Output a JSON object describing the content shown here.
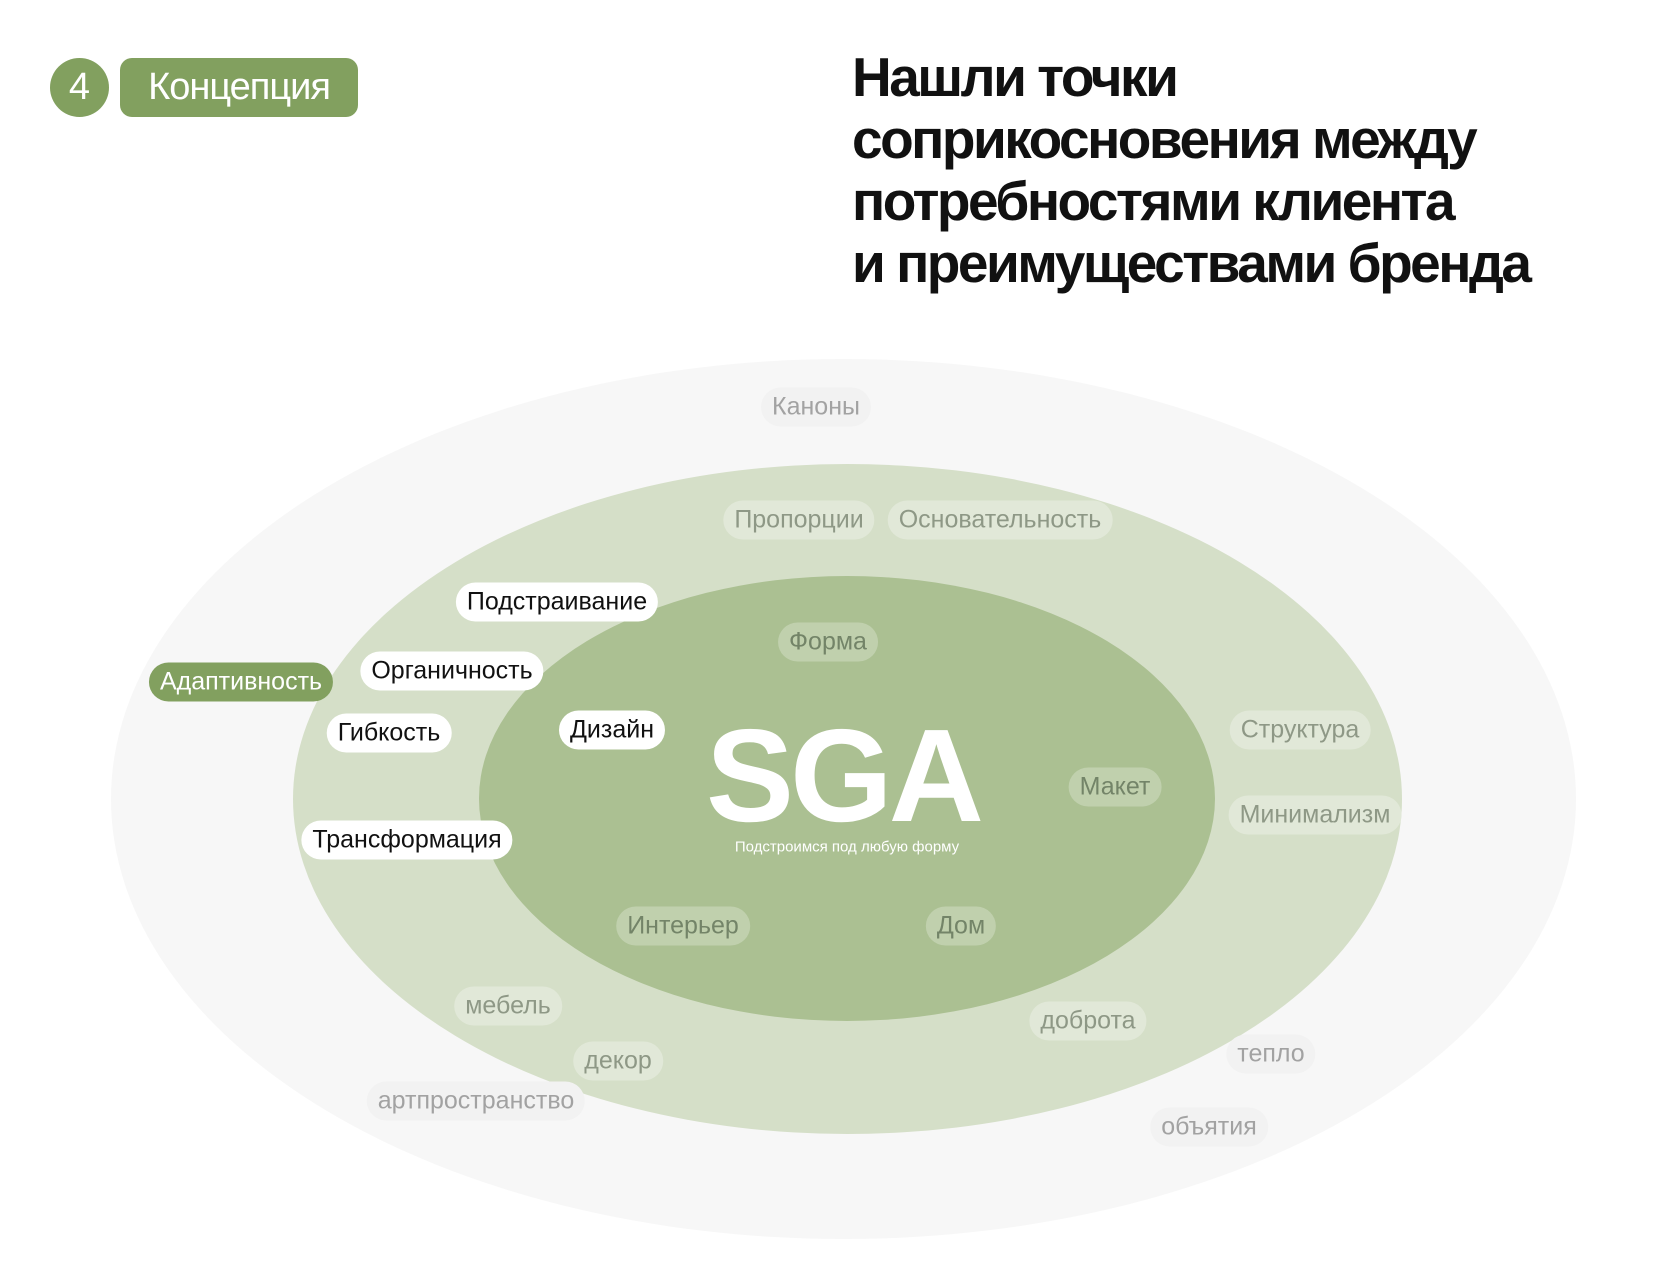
{
  "header": {
    "section_number": "4",
    "section_label": "Концепция"
  },
  "title_lines": [
    "Нашли точки",
    "соприкосновения между",
    "потребностями клиента",
    "и преимуществами бренда"
  ],
  "center": {
    "brand": "SGA",
    "tagline": "Подстроимся под любую форму"
  },
  "colors": {
    "accent": "#82a05f",
    "outer": "#f7f7f7",
    "middle": "#d5dfc8",
    "inner": "#abc092"
  },
  "labels": {
    "kanony": "Каноны",
    "proportsii": "Пропорции",
    "osnovatelnost": "Основательность",
    "podstraivanie": "Подстраивание",
    "forma": "Форма",
    "adaptivnost": "Адаптивность",
    "organichnost": "Органичность",
    "gibkost": "Гибкость",
    "dizain": "Дизайн",
    "struktura": "Структура",
    "maket": "Макет",
    "minimalizm": "Минимализм",
    "transformatsiya": "Трансформация",
    "interer": "Интерьер",
    "dom": "Дом",
    "mebel": "мебель",
    "dobrota": "доброта",
    "teplo": "тепло",
    "dekor": "декор",
    "artprostranstvo": "артпространство",
    "obyatiya": "объятия"
  }
}
